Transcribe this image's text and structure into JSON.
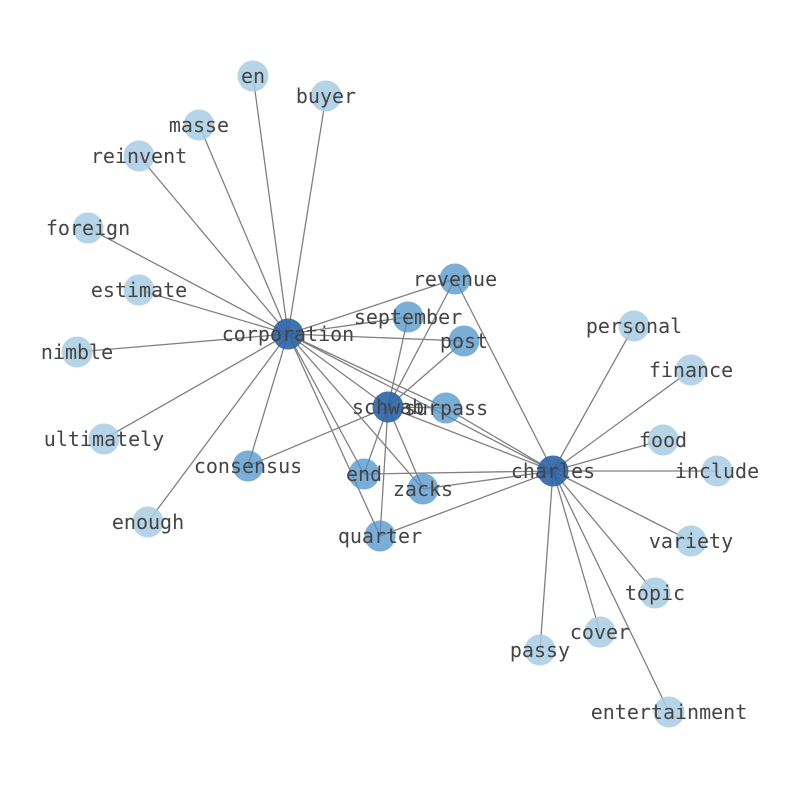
{
  "graph": {
    "colors": {
      "hub": "#2b63a6",
      "mid": "#4f93c8",
      "leaf": "#a9cce3",
      "edge": "#808080",
      "label": "#444444"
    },
    "nodes": [
      {
        "id": "corporation",
        "label": "corporation",
        "tier": "hub"
      },
      {
        "id": "charles",
        "label": "charles",
        "tier": "hub"
      },
      {
        "id": "schwab",
        "label": "schwab",
        "tier": "hub"
      },
      {
        "id": "surpass",
        "label": "surpass",
        "tier": "mid"
      },
      {
        "id": "revenue",
        "label": "revenue",
        "tier": "mid"
      },
      {
        "id": "september",
        "label": "september",
        "tier": "mid"
      },
      {
        "id": "post",
        "label": "post",
        "tier": "mid"
      },
      {
        "id": "end",
        "label": "end",
        "tier": "mid"
      },
      {
        "id": "zacks",
        "label": "zacks",
        "tier": "mid"
      },
      {
        "id": "quarter",
        "label": "quarter",
        "tier": "mid"
      },
      {
        "id": "consensus",
        "label": "consensus",
        "tier": "mid"
      },
      {
        "id": "en",
        "label": "en",
        "tier": "leaf"
      },
      {
        "id": "buyer",
        "label": "buyer",
        "tier": "leaf"
      },
      {
        "id": "masse",
        "label": "masse",
        "tier": "leaf"
      },
      {
        "id": "reinvent",
        "label": "reinvent",
        "tier": "leaf"
      },
      {
        "id": "foreign",
        "label": "foreign",
        "tier": "leaf"
      },
      {
        "id": "estimate",
        "label": "estimate",
        "tier": "leaf"
      },
      {
        "id": "nimble",
        "label": "nimble",
        "tier": "leaf"
      },
      {
        "id": "ultimately",
        "label": "ultimately",
        "tier": "leaf"
      },
      {
        "id": "enough",
        "label": "enough",
        "tier": "leaf"
      },
      {
        "id": "personal",
        "label": "personal",
        "tier": "leaf"
      },
      {
        "id": "finance",
        "label": "finance",
        "tier": "leaf"
      },
      {
        "id": "food",
        "label": "food",
        "tier": "leaf"
      },
      {
        "id": "include",
        "label": "include",
        "tier": "leaf"
      },
      {
        "id": "variety",
        "label": "variety",
        "tier": "leaf"
      },
      {
        "id": "topic",
        "label": "topic",
        "tier": "leaf"
      },
      {
        "id": "cover",
        "label": "cover",
        "tier": "leaf"
      },
      {
        "id": "passy",
        "label": "passy",
        "tier": "leaf"
      },
      {
        "id": "entertainment",
        "label": "entertainment",
        "tier": "leaf"
      }
    ],
    "edges": [
      [
        "corporation",
        "en"
      ],
      [
        "corporation",
        "buyer"
      ],
      [
        "corporation",
        "masse"
      ],
      [
        "corporation",
        "reinvent"
      ],
      [
        "corporation",
        "foreign"
      ],
      [
        "corporation",
        "estimate"
      ],
      [
        "corporation",
        "nimble"
      ],
      [
        "corporation",
        "ultimately"
      ],
      [
        "corporation",
        "enough"
      ],
      [
        "corporation",
        "consensus"
      ],
      [
        "corporation",
        "revenue"
      ],
      [
        "corporation",
        "september"
      ],
      [
        "corporation",
        "post"
      ],
      [
        "corporation",
        "schwab"
      ],
      [
        "corporation",
        "surpass"
      ],
      [
        "corporation",
        "end"
      ],
      [
        "corporation",
        "zacks"
      ],
      [
        "corporation",
        "quarter"
      ],
      [
        "corporation",
        "charles"
      ],
      [
        "charles",
        "personal"
      ],
      [
        "charles",
        "finance"
      ],
      [
        "charles",
        "food"
      ],
      [
        "charles",
        "include"
      ],
      [
        "charles",
        "variety"
      ],
      [
        "charles",
        "topic"
      ],
      [
        "charles",
        "cover"
      ],
      [
        "charles",
        "passy"
      ],
      [
        "charles",
        "entertainment"
      ],
      [
        "charles",
        "revenue"
      ],
      [
        "charles",
        "surpass"
      ],
      [
        "charles",
        "schwab"
      ],
      [
        "charles",
        "end"
      ],
      [
        "charles",
        "zacks"
      ],
      [
        "charles",
        "quarter"
      ],
      [
        "schwab",
        "revenue"
      ],
      [
        "schwab",
        "september"
      ],
      [
        "schwab",
        "post"
      ],
      [
        "schwab",
        "surpass"
      ],
      [
        "schwab",
        "end"
      ],
      [
        "schwab",
        "zacks"
      ],
      [
        "schwab",
        "consensus"
      ],
      [
        "schwab",
        "quarter"
      ]
    ]
  }
}
